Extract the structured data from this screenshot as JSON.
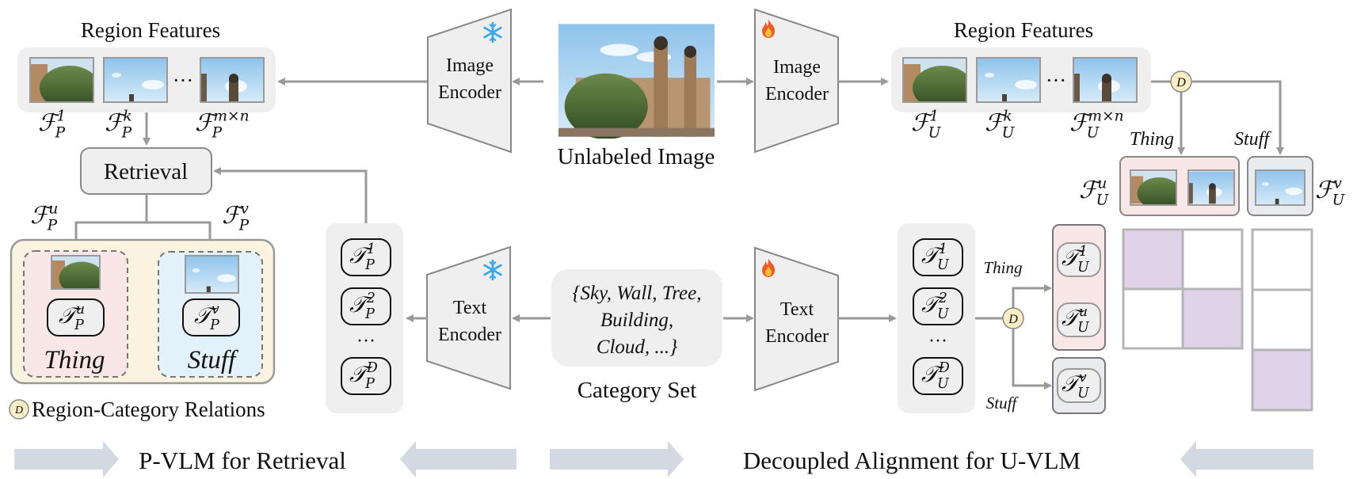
{
  "left_panel": {
    "region_features_title": "Region Features",
    "features": [
      {
        "sym": "F",
        "sup": "1",
        "sub": "P"
      },
      {
        "sym": "F",
        "sup": "k",
        "sub": "P"
      },
      {
        "sym": "F",
        "sup": "m×n",
        "sub": "P"
      }
    ],
    "ellipsis": "···",
    "retrieval_label": "Retrieval",
    "branch_thing_feature": {
      "sym": "F",
      "sup": "u",
      "sub": "P"
    },
    "branch_stuff_feature": {
      "sym": "F",
      "sup": "v",
      "sub": "P"
    },
    "thing_token": {
      "sym": "T",
      "sup": "u",
      "sub": "P"
    },
    "stuff_token": {
      "sym": "T",
      "sup": "v",
      "sub": "P"
    },
    "thing_label": "Thing",
    "stuff_label": "Stuff",
    "relation_icon": "D",
    "relation_legend": "Region-Category Relations",
    "text_tokens": [
      {
        "sym": "T",
        "sup": "1",
        "sub": "P"
      },
      {
        "sym": "T",
        "sup": "2",
        "sub": "P"
      },
      {
        "sym": "T",
        "sup": "D",
        "sub": "P"
      }
    ],
    "token_ellipsis": "···"
  },
  "center": {
    "image_encoder_frozen": {
      "line1": "Image",
      "line2": "Encoder",
      "icon": "snowflake-icon"
    },
    "image_encoder_trainable": {
      "line1": "Image",
      "line2": "Encoder",
      "icon": "fire-icon"
    },
    "unlabeled_image_caption": "Unlabeled  Image",
    "text_encoder_frozen": {
      "line1": "Text",
      "line2": "Encoder",
      "icon": "snowflake-icon"
    },
    "text_encoder_trainable": {
      "line1": "Text",
      "line2": "Encoder",
      "icon": "fire-icon"
    },
    "category_set_lines": [
      "{Sky, Wall, Tree,",
      "Building,",
      "Cloud, ...}"
    ],
    "category_set_caption": "Category Set"
  },
  "right_panel": {
    "region_features_title": "Region Features",
    "features": [
      {
        "sym": "F",
        "sup": "1",
        "sub": "U"
      },
      {
        "sym": "F",
        "sup": "k",
        "sub": "U"
      },
      {
        "sym": "F",
        "sup": "m×n",
        "sub": "U"
      }
    ],
    "ellipsis": "···",
    "decouple_icon": "D",
    "thing_label": "Thing",
    "stuff_label": "Stuff",
    "thing_feature": {
      "sym": "F",
      "sup": "u",
      "sub": "U"
    },
    "stuff_feature": {
      "sym": "F",
      "sup": "v",
      "sub": "U"
    },
    "text_tokens": [
      {
        "sym": "T",
        "sup": "1",
        "sub": "U"
      },
      {
        "sym": "T",
        "sup": "2",
        "sub": "U"
      },
      {
        "sym": "T",
        "sup": "D",
        "sub": "U"
      }
    ],
    "token_ellipsis": "···",
    "thing_tokens": [
      {
        "sym": "T",
        "sup": "1",
        "sub": "U"
      },
      {
        "sym": "T",
        "sup": "u",
        "sub": "U"
      }
    ],
    "stuff_tokens": [
      {
        "sym": "T",
        "sup": "v",
        "sub": "U"
      }
    ],
    "thing_matrix": [
      [
        1,
        0
      ],
      [
        0,
        1
      ]
    ],
    "stuff_matrix": [
      [
        0
      ],
      [
        0
      ],
      [
        1
      ]
    ]
  },
  "footer": {
    "left_caption": "P-VLM for Retrieval",
    "right_caption": "Decoupled Alignment for U-VLM"
  },
  "colors": {
    "panel_gray": "#efefef",
    "stroke_gray": "#9a9a9a",
    "thing_pink": "#f9e6e6",
    "stuff_blue": "#e3f1fb",
    "relation_yellow": "#fbf3df",
    "match_purple": "#e0d3e9",
    "arrow_band": "#d3d9e2",
    "snowflake": "#3aa7ee",
    "fire": "#f05a28"
  }
}
